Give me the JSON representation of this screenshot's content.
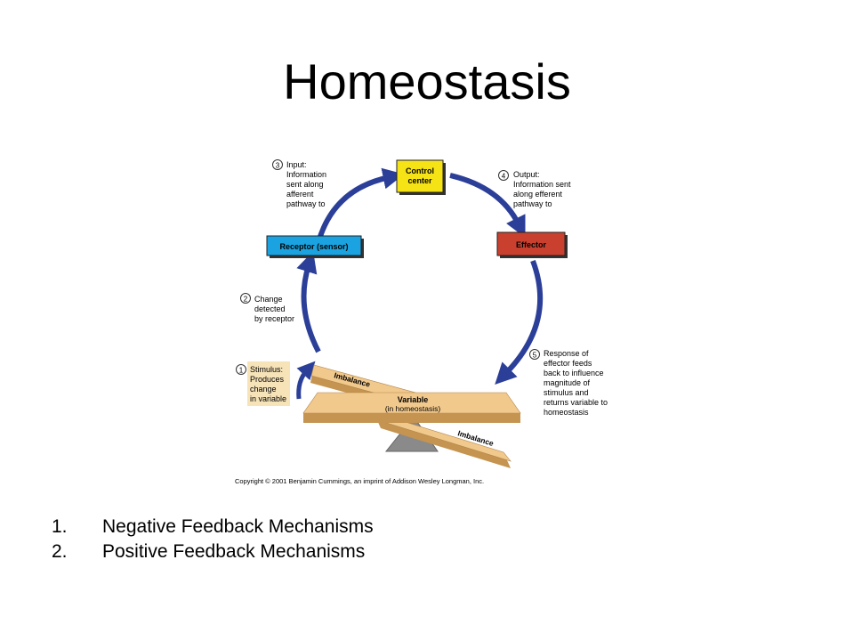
{
  "slide": {
    "title": "Homeostasis"
  },
  "diagram": {
    "control_center": [
      "Control",
      "center"
    ],
    "effector": "Effector",
    "receptor": "Receptor (sensor)",
    "step_numbers": [
      "1",
      "2",
      "3",
      "4",
      "5"
    ],
    "step1": [
      "Stimulus:",
      "Produces",
      "change",
      "in variable"
    ],
    "step2": [
      "Change",
      "detected",
      "by receptor"
    ],
    "step3": [
      "Input:",
      "Information",
      "sent along",
      "afferent",
      "pathway to"
    ],
    "step4": [
      "Output:",
      "Information sent",
      "along efferent",
      "pathway to"
    ],
    "step5": [
      "Response of",
      "effector feeds",
      "back to influence",
      "magnitude of",
      "stimulus and",
      "returns variable to",
      "homeostasis"
    ],
    "variable": [
      "Variable",
      "(in homeostasis)"
    ],
    "imbalance_upper": "Imbalance",
    "imbalance_lower": "Imbalance",
    "copyright": "Copyright © 2001 Benjamin Cummings, an imprint of Addison Wesley Longman, Inc.",
    "colors": {
      "arrow": "#2b3f99",
      "control_center": "#f5e316",
      "effector": "#c9402e",
      "receptor": "#1aa3e0",
      "stimulus_box": "#f6e3b8",
      "plank": "#f2c98c",
      "plank_edge": "#c49450",
      "fulcrum": "#8a8a8a"
    }
  },
  "list": {
    "items": [
      {
        "number": "1.",
        "text": "Negative Feedback Mechanisms"
      },
      {
        "number": "2.",
        "text": "Positive Feedback Mechanisms"
      }
    ]
  }
}
